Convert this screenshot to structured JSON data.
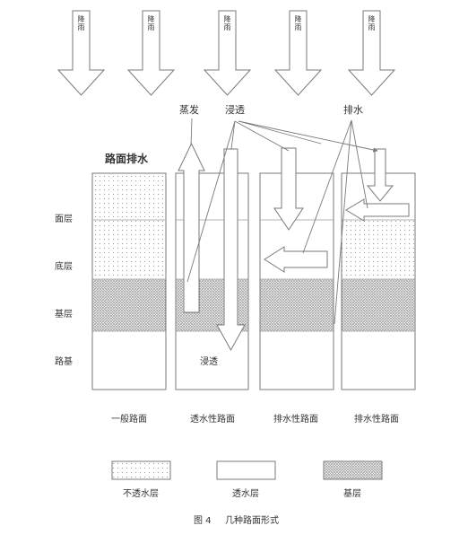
{
  "rain": {
    "label": "降雨",
    "count": 5
  },
  "top_labels": {
    "evaporation": "蒸发",
    "infiltration": "浸透",
    "drainage": "排水"
  },
  "title": "路面排水",
  "layer_labels": [
    "面层",
    "底层",
    "基层",
    "路基"
  ],
  "inner_label": "浸透",
  "column_labels": [
    "一般路面",
    "透水性路面",
    "排水性路面",
    "排水性路面"
  ],
  "legend": [
    {
      "key": "dotted",
      "label": "不透水层"
    },
    {
      "key": "plain",
      "label": "透水层"
    },
    {
      "key": "dense",
      "label": "基层"
    }
  ],
  "caption": {
    "number": "图 4",
    "text": "几种路面形式"
  },
  "colors": {
    "line": "#7a7a7a",
    "text": "#333333",
    "background": "#ffffff"
  }
}
